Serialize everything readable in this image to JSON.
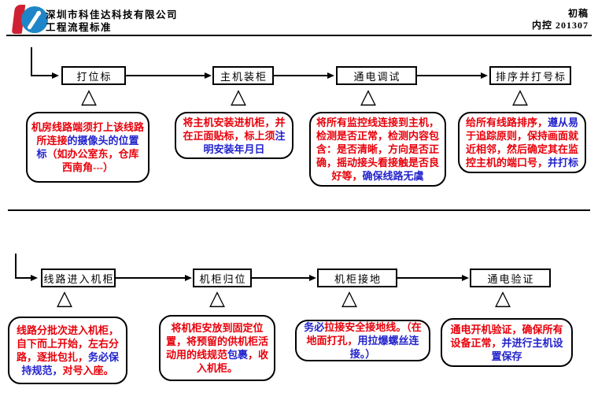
{
  "header": {
    "company_name": "深圳市科佳达科技有限公司",
    "doc_title": "工程流程标准",
    "draft_label": "初稿",
    "control_label": "内控 201307"
  },
  "icons": {
    "triangle_marker": "△"
  },
  "colors": {
    "note_red": "#e8000a",
    "note_blue": "#2323cd",
    "logo_red": "#cf2133",
    "logo_blue": "#1e86c8",
    "line": "#000000"
  },
  "flow_rows": [
    {
      "steps": [
        {
          "label": "打位标",
          "note_segments": [
            {
              "text": "机房线路端须打上该线路所连接",
              "color": "red"
            },
            {
              "text": "的摄像头的位置标",
              "color": "blue"
            },
            {
              "text": "（如办公室东，仓库西南角---）",
              "color": "red"
            }
          ]
        },
        {
          "label": "主机装柜",
          "note_segments": [
            {
              "text": "将主机安装进机柜，并在正面贴标，标上须",
              "color": "red"
            },
            {
              "text": "注明安装年月日",
              "color": "blue"
            }
          ]
        },
        {
          "label": "通电调试",
          "note_segments": [
            {
              "text": "将所有监控线连接到主机，检测是否正常，检测内容包含：是否清晰，方向是否正确，摇动接头看接触是否良好等，",
              "color": "red"
            },
            {
              "text": "确保线路无虞",
              "color": "blue"
            }
          ]
        },
        {
          "label": "排序并打号标",
          "note_segments": [
            {
              "text": "给所有线路排序，",
              "color": "red"
            },
            {
              "text": "遵从易",
              "color": "blue"
            },
            {
              "text": "于追踪原则，保持画面就近相邻，然后确定其在监控主机的端口号，",
              "color": "red"
            },
            {
              "text": "并打标",
              "color": "blue"
            }
          ]
        }
      ]
    },
    {
      "steps": [
        {
          "label": "线路进入机柜",
          "note_segments": [
            {
              "text": "线路分批次进入机柜，自下而上开始，左右分路，逐批包扎，",
              "color": "red"
            },
            {
              "text": "务必保持规范，",
              "color": "blue"
            },
            {
              "text": "对号入座。",
              "color": "red"
            }
          ]
        },
        {
          "label": "机柜归位",
          "note_segments": [
            {
              "text": "将机柜安放到固定位置，将预留的供机柜活动用的线规范",
              "color": "red"
            },
            {
              "text": "包裹",
              "color": "blue"
            },
            {
              "text": "，收入机柜。",
              "color": "red"
            }
          ]
        },
        {
          "label": "机柜接地",
          "note_segments": [
            {
              "text": "务必",
              "color": "blue"
            },
            {
              "text": "拉接安全接地线。（在地面打孔，",
              "color": "red"
            },
            {
              "text": "用拉爆螺丝连接。）",
              "color": "blue"
            }
          ]
        },
        {
          "label": "通电验证",
          "note_segments": [
            {
              "text": "通电开机验证，确保所有设备正常，",
              "color": "red"
            },
            {
              "text": "并进行主机设置保存",
              "color": "blue"
            }
          ]
        }
      ]
    }
  ]
}
